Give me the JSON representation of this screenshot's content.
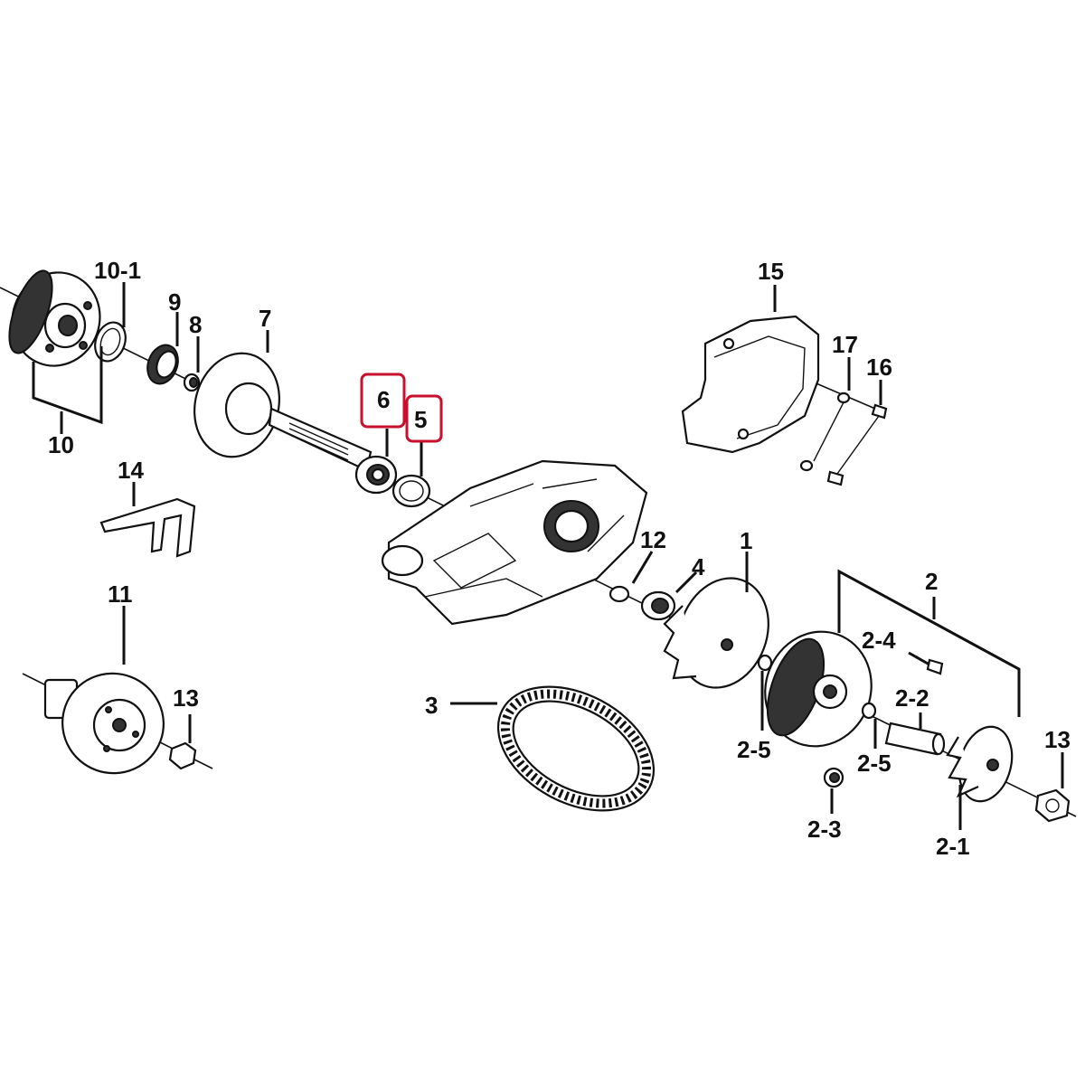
{
  "labels": {
    "l10_1": "10-1",
    "l9": "9",
    "l8": "8",
    "l7": "7",
    "l6": "6",
    "l5": "5",
    "l10": "10",
    "l14": "14",
    "l15": "15",
    "l17": "17",
    "l16": "16",
    "l12": "12",
    "l4": "4",
    "l1": "1",
    "l2": "2",
    "l11": "11",
    "l13a": "13",
    "l3": "3",
    "l2_4": "2-4",
    "l2_2": "2-2",
    "l13b": "13",
    "l2_5a": "2-5",
    "l2_5b": "2-5",
    "l2_3": "2-3",
    "l2_1": "2-1"
  },
  "highlighted_parts": [
    "6",
    "5"
  ],
  "colors": {
    "highlight": "#c8102e",
    "ink": "#111111"
  }
}
